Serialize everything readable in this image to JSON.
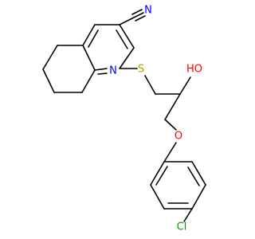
{
  "colors": {
    "bond": "#000000",
    "carbon": "#000000",
    "nitrogen": "#0000ff",
    "oxygen": "#ff0000",
    "sulfur": "#b3a100",
    "chlorine": "#00a000"
  },
  "atoms": {
    "nitrile_n": {
      "text": "N",
      "element": "nitrogen"
    },
    "ring_n": {
      "text": "N",
      "element": "nitrogen"
    },
    "sulfur": {
      "text": "S",
      "element": "sulfur"
    },
    "hydroxyl": {
      "text": "HO",
      "element": "oxygen"
    },
    "ether_o": {
      "text": "O",
      "element": "oxygen"
    },
    "chlorine": {
      "text": "Cl",
      "element": "chlorine"
    }
  }
}
